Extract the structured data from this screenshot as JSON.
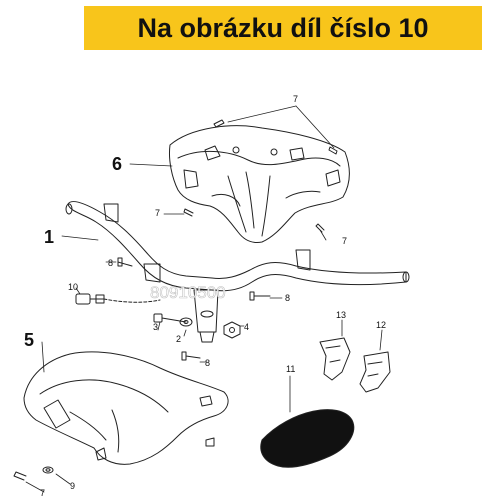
{
  "banner": {
    "text": "Na obrázku díl číslo 10",
    "color": "#f8c51b"
  },
  "watermark": "80910500",
  "callouts": {
    "c1": "1",
    "c2": "2",
    "c3": "3",
    "c4": "4",
    "c5": "5",
    "c6": "6",
    "c7a": "7",
    "c7b": "7",
    "c7c": "7",
    "c7d": "7",
    "c8a": "8",
    "c8b": "8",
    "c8c": "8",
    "c9": "9",
    "c10": "10",
    "c11": "11",
    "c12": "12",
    "c13": "13"
  },
  "highlight_part": "10"
}
